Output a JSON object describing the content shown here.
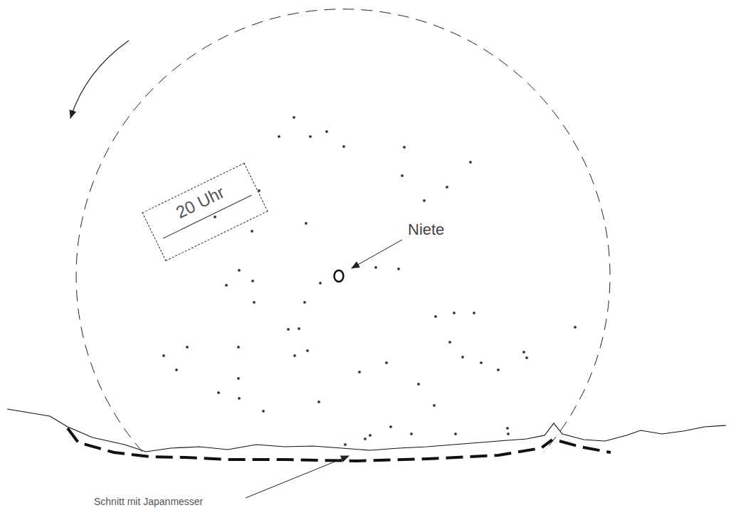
{
  "diagram": {
    "nodes": [
      {
        "text": [
          "20 Uhr"
        ]
      }
    ],
    "labels": [
      "Niete",
      "Schnitt mit Japanmesser"
    ]
  }
}
